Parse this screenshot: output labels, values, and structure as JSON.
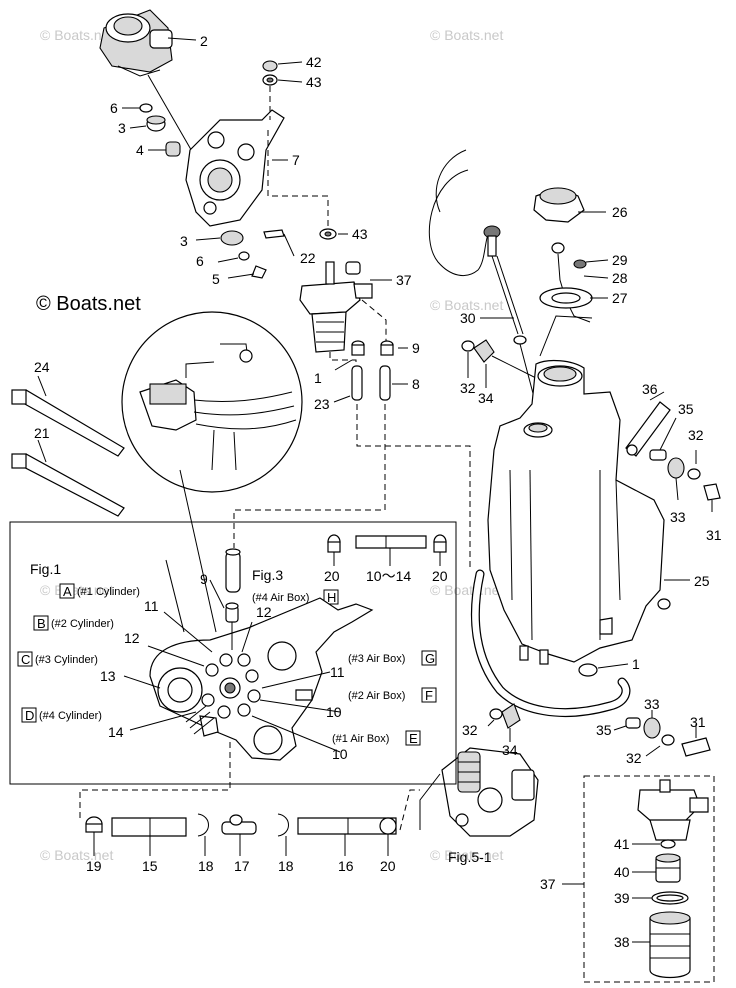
{
  "watermark": "© Boats.net",
  "copyright": "© Boats.net",
  "figures": {
    "fig1": "Fig.1",
    "fig3": "Fig.3",
    "fig5": "Fig.5-1"
  },
  "cylinders": [
    {
      "letter": "A",
      "text": "(#1 Cylinder)"
    },
    {
      "letter": "B",
      "text": "(#2 Cylinder)"
    },
    {
      "letter": "C",
      "text": "(#3 Cylinder)"
    },
    {
      "letter": "D",
      "text": "(#4 Cylinder)"
    }
  ],
  "air_boxes": [
    {
      "letter": "H",
      "text": "(#4 Air Box)"
    },
    {
      "letter": "G",
      "text": "(#3 Air Box)"
    },
    {
      "letter": "F",
      "text": "(#2 Air Box)"
    },
    {
      "letter": "E",
      "text": "(#1 Air Box)"
    }
  ],
  "callouts": [
    "2",
    "42",
    "43",
    "6",
    "3",
    "4",
    "7",
    "43",
    "3",
    "22",
    "6",
    "5",
    "37",
    "26",
    "29",
    "28",
    "27",
    "30",
    "9",
    "1",
    "8",
    "23",
    "32",
    "34",
    "24",
    "21",
    "36",
    "35",
    "32",
    "33",
    "31",
    "25",
    "20",
    "10～14",
    "20",
    "9",
    "11",
    "12",
    "12",
    "11",
    "13",
    "10",
    "14",
    "10",
    "1",
    "32",
    "34",
    "33",
    "31",
    "35",
    "32",
    "19",
    "15",
    "18",
    "17",
    "18",
    "16",
    "20",
    "41",
    "40",
    "39",
    "37",
    "38"
  ]
}
